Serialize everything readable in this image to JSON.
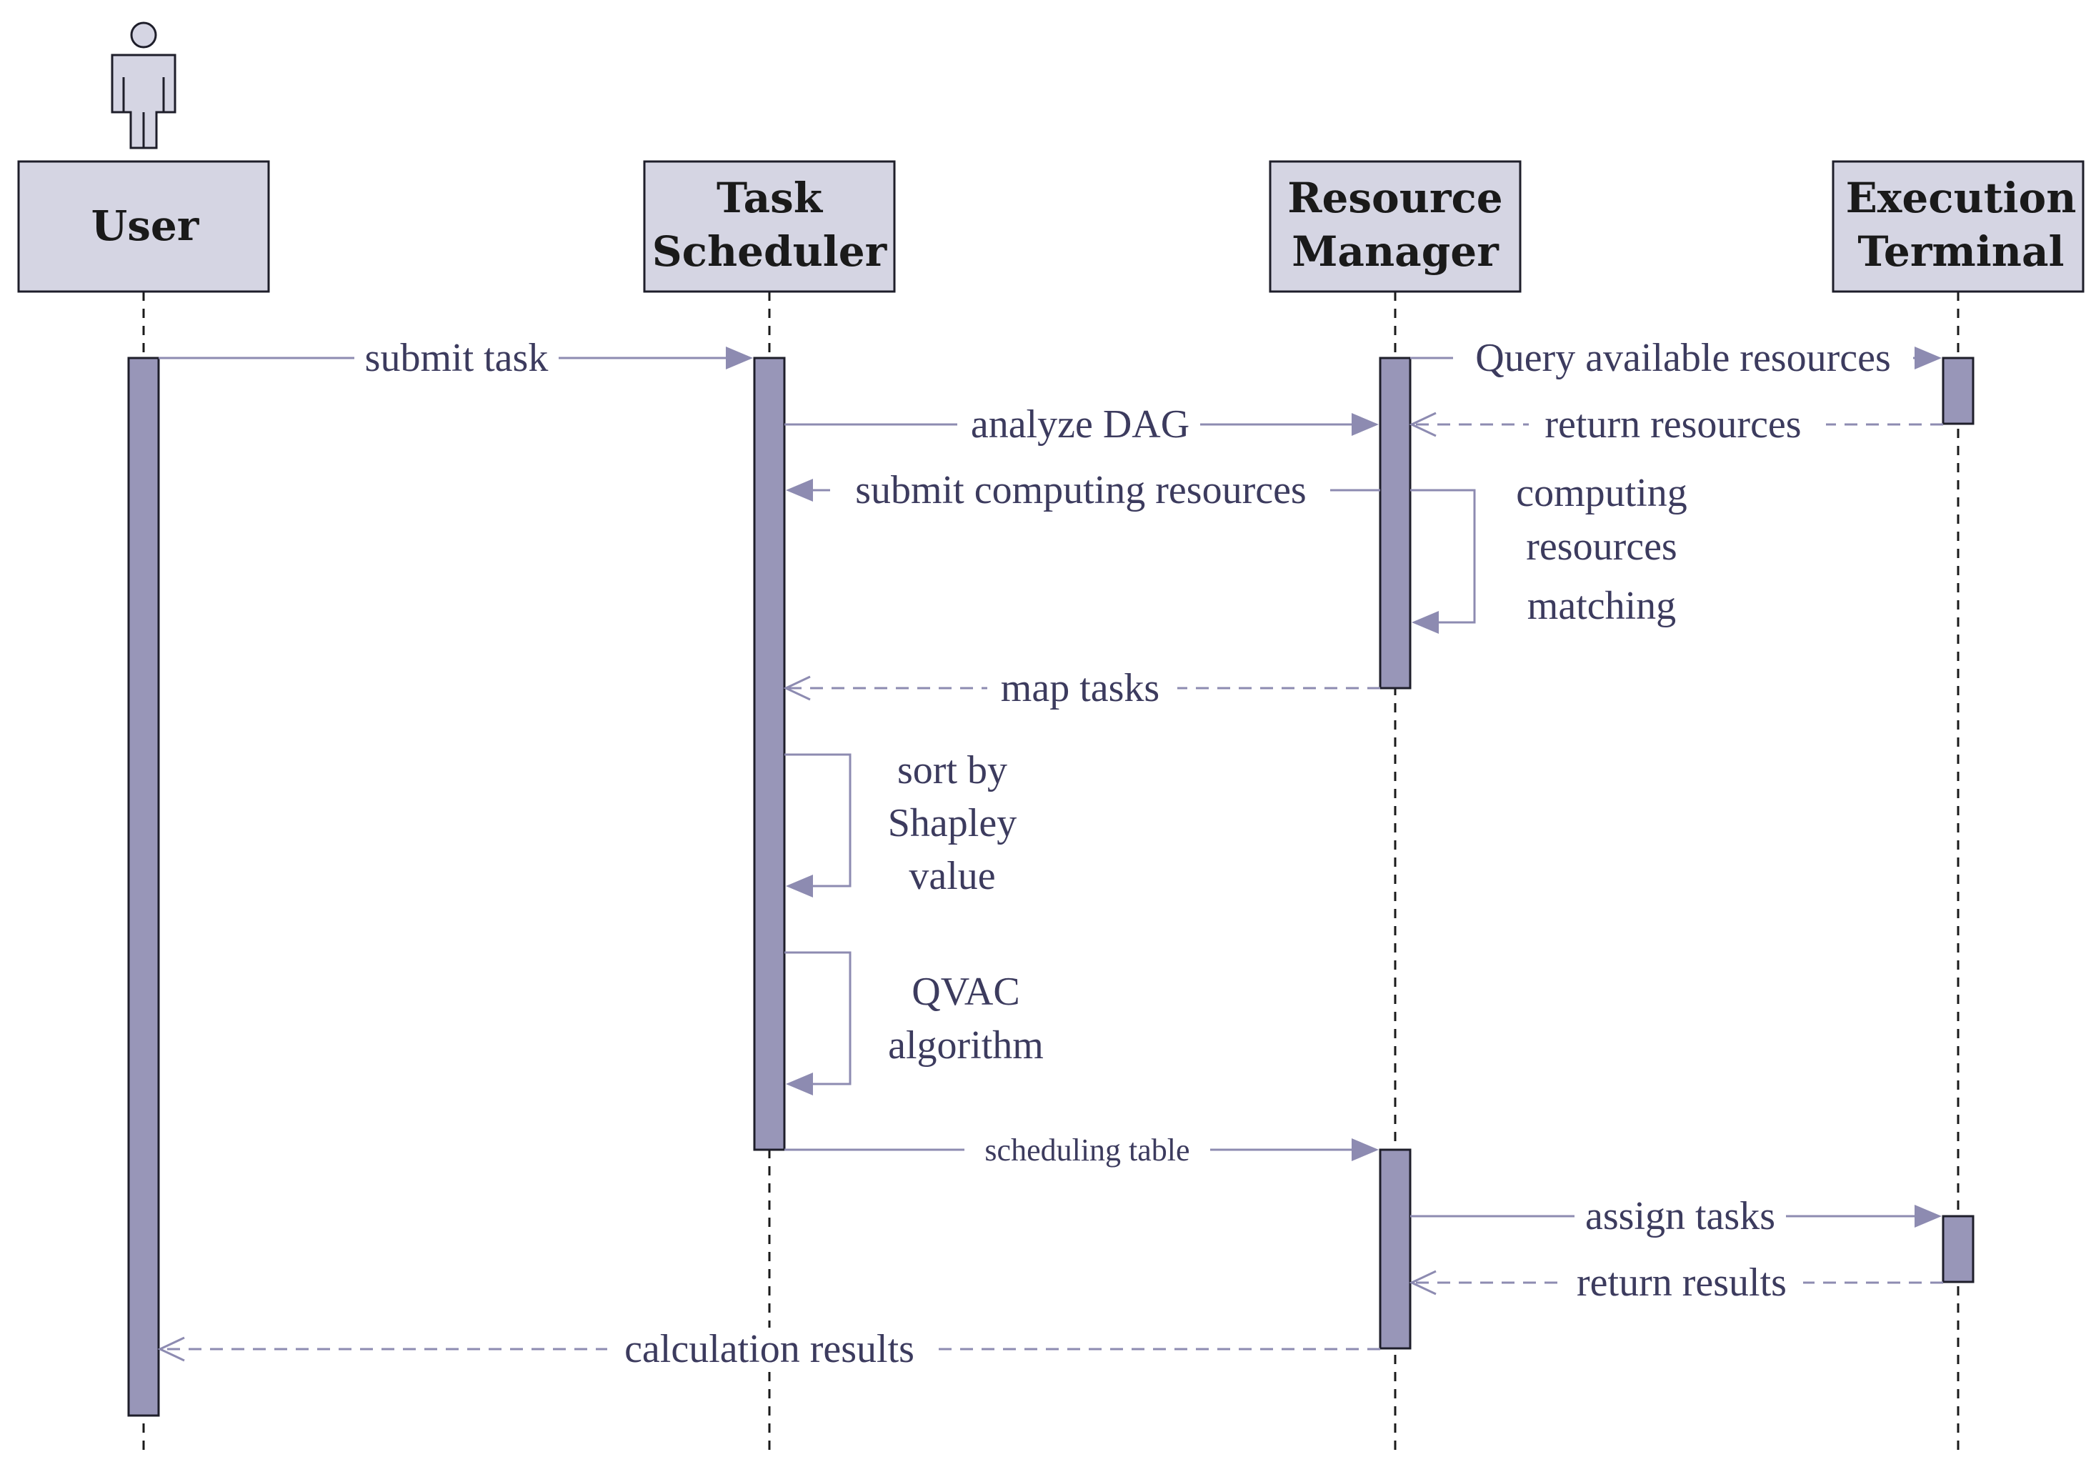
{
  "participants": [
    {
      "id": "user",
      "lines": [
        "User"
      ]
    },
    {
      "id": "task-scheduler",
      "lines": [
        "Task",
        "Scheduler"
      ]
    },
    {
      "id": "resource-manager",
      "lines": [
        "Resource",
        "Manager"
      ]
    },
    {
      "id": "execution-terminal",
      "lines": [
        "Execution",
        "Terminal"
      ]
    }
  ],
  "messages": [
    {
      "id": "submit-task",
      "from": "user",
      "to": "task-scheduler",
      "style": "solid",
      "label": [
        "submit task"
      ]
    },
    {
      "id": "query-resources",
      "from": "resource-manager",
      "to": "execution-terminal",
      "style": "solid",
      "label": [
        "Query available resources"
      ]
    },
    {
      "id": "analyze-dag",
      "from": "task-scheduler",
      "to": "resource-manager",
      "style": "solid",
      "label": [
        "analyze DAG"
      ]
    },
    {
      "id": "return-resources",
      "from": "execution-terminal",
      "to": "resource-manager",
      "style": "dashed",
      "label": [
        "return resources"
      ]
    },
    {
      "id": "submit-computing-resources",
      "from": "resource-manager",
      "to": "task-scheduler",
      "style": "solid",
      "label": [
        "submit computing resources"
      ]
    },
    {
      "id": "computing-resources-matching",
      "from": "resource-manager",
      "to": "resource-manager",
      "style": "self",
      "label": [
        "computing",
        "resources",
        "matching"
      ]
    },
    {
      "id": "map-tasks",
      "from": "resource-manager",
      "to": "task-scheduler",
      "style": "dashed",
      "label": [
        "map tasks"
      ]
    },
    {
      "id": "sort-by-shapley",
      "from": "task-scheduler",
      "to": "task-scheduler",
      "style": "self",
      "label": [
        "sort by",
        "Shapley",
        "value"
      ]
    },
    {
      "id": "qvac-algorithm",
      "from": "task-scheduler",
      "to": "task-scheduler",
      "style": "self",
      "label": [
        "QVAC",
        "algorithm"
      ]
    },
    {
      "id": "scheduling-table",
      "from": "task-scheduler",
      "to": "resource-manager",
      "style": "solid",
      "label": [
        "scheduling table"
      ]
    },
    {
      "id": "assign-tasks",
      "from": "resource-manager",
      "to": "execution-terminal",
      "style": "solid",
      "label": [
        "assign tasks"
      ]
    },
    {
      "id": "return-results",
      "from": "execution-terminal",
      "to": "resource-manager",
      "style": "dashed",
      "label": [
        "return results"
      ]
    },
    {
      "id": "calculation-results",
      "from": "resource-manager",
      "to": "user",
      "style": "dashed",
      "label": [
        "calculation results"
      ]
    }
  ],
  "colors": {
    "participant_fill": "#d5d5e3",
    "activation_fill": "#9896b8",
    "message_color": "#8d8bb1",
    "label_color": "#3c3b5e",
    "outline": "#1e1e2a"
  },
  "icons": {
    "actor": "stick-figure-icon"
  }
}
